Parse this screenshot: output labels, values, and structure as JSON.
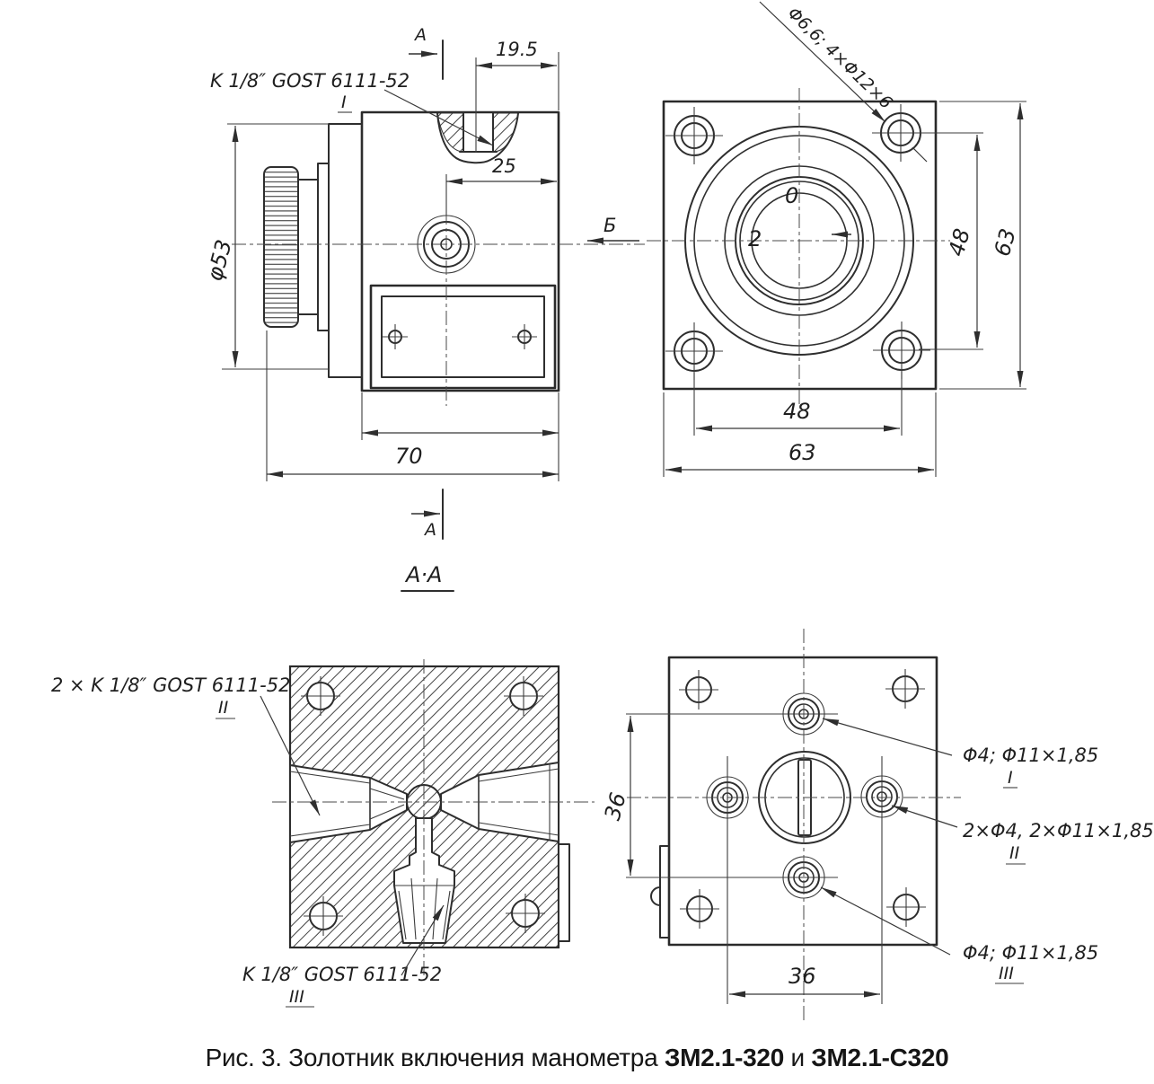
{
  "meta": {
    "ink_color": "#2e2e2e",
    "paper_color": "#ffffff"
  },
  "views": {
    "side_view": {
      "callout": {
        "text": "K 1/8″ GOST 6111-52",
        "ref": "I"
      },
      "dim_19_5": "19.5",
      "dim_25": "25",
      "dim_d53": "φ53",
      "dim_70": "70",
      "section_marker": "A",
      "view_arrow_label": "Б"
    },
    "front_view": {
      "hole_callout": "Φ6,6; 4×Φ12×6",
      "dial_zero": "0",
      "dial_two": "2",
      "dim_48_v": "48",
      "dim_63_v": "63",
      "dim_48_h": "48",
      "dim_63_h": "63"
    },
    "section_view": {
      "title": "A·A",
      "callout_side": {
        "text": "2 × K 1/8″ GOST 6111-52",
        "ref": "II"
      },
      "callout_bottom": {
        "text": "K 1/8″ GOST 6111-52",
        "ref": "III"
      }
    },
    "rear_view": {
      "callout_top": {
        "text": "Φ4; Φ11×1,85",
        "ref": "I"
      },
      "callout_mid": {
        "text": "2×Φ4, 2×Φ11×1,85",
        "ref": "II"
      },
      "callout_bot": {
        "text": "Φ4; Φ11×1,85",
        "ref": "III"
      },
      "dim_36_v": "36",
      "dim_36_h": "36"
    }
  },
  "caption": {
    "prefix": "Рис. 3. Золотник включения манометра ",
    "model_1": "ЗМ2.1-320",
    "conjunction": " и ",
    "model_2": "ЗМ2.1-С320"
  }
}
